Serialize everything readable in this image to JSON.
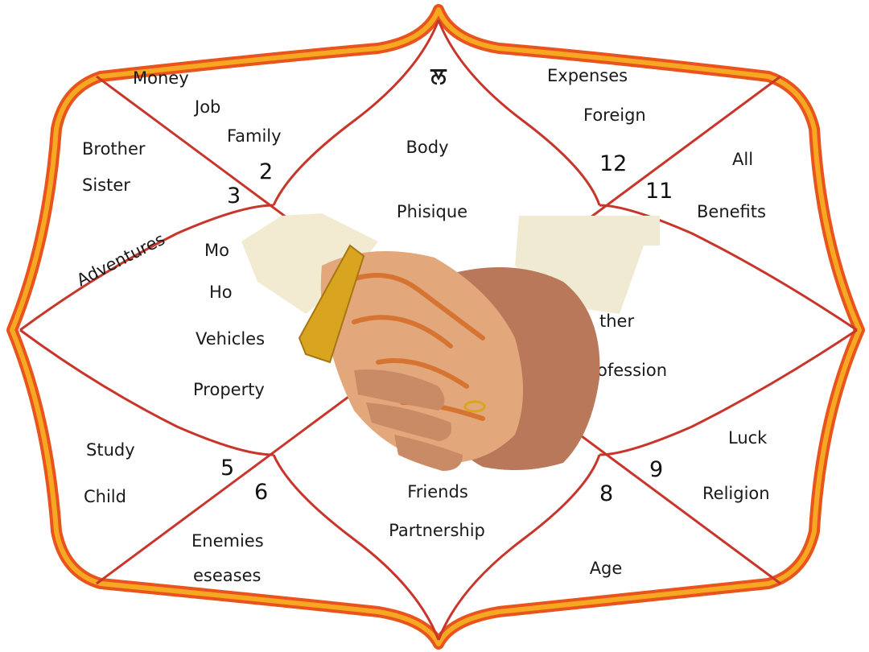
{
  "colors": {
    "outer_border": "#e8541c",
    "border_fill": "#f7a823",
    "lines": "#c8352a"
  },
  "glyph_top": "ਲ",
  "houses": {
    "h1": [
      "Body",
      "Phisique"
    ],
    "h2": [
      "Money",
      "Job",
      "Family"
    ],
    "h3": [
      "Brother",
      "Sister",
      "Adventures"
    ],
    "h4": [
      "Mo",
      "Ho",
      "Vehicles",
      "Property"
    ],
    "h5": [
      "Study",
      "Child"
    ],
    "h6": [
      "Enemies",
      "eseases"
    ],
    "h7": [
      "Friends",
      "Partnership"
    ],
    "h8": [
      "Age"
    ],
    "h9": [
      "Luck",
      "Religion"
    ],
    "h10": [
      "ther",
      "ofession"
    ],
    "h11": [
      "All",
      "Benefits"
    ],
    "h12": [
      "Expenses",
      "Foreign"
    ]
  },
  "numbers": {
    "n2": "2",
    "n3": "3",
    "n5": "5",
    "n6": "6",
    "n8": "8",
    "n9": "9",
    "n11": "11",
    "n12": "12"
  },
  "photo": {
    "subject": "clasped-hands-icon"
  }
}
